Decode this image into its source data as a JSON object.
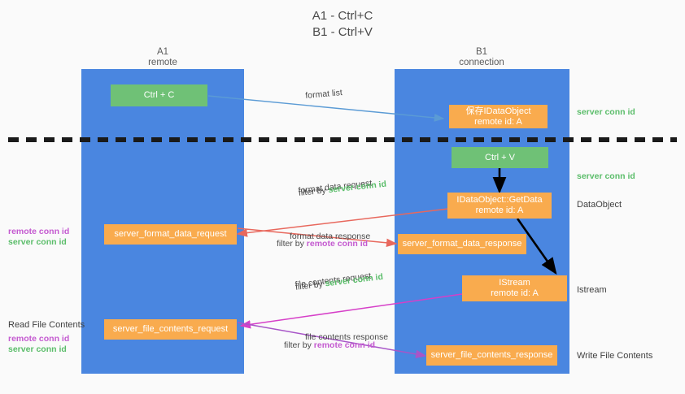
{
  "title": {
    "line1": "A1 - Ctrl+C",
    "line2": "B1 - Ctrl+V"
  },
  "lanes": [
    {
      "id": "A1",
      "name": "A1",
      "sublabel": "remote",
      "color": "#4a86e0"
    },
    {
      "id": "B1",
      "name": "B1",
      "sublabel": "connection",
      "color": "#4a86e0"
    }
  ],
  "colors": {
    "lane": "#4a86e0",
    "orange": "#f9ab4e",
    "green": "#6fc176",
    "green_text": "#5bbd6a",
    "purple_text": "#c45ad0",
    "arrow_blue": "#5b9bd5",
    "arrow_red": "#e8685d",
    "arrow_magenta": "#d63fc8",
    "arrow_purple": "#a855c8",
    "arrow_black": "#000000",
    "divider": "#1a1a1a"
  },
  "nodes": {
    "ctrl_c": {
      "label": "Ctrl + C"
    },
    "ctrl_v": {
      "label": "Ctrl + V"
    },
    "save_dataobject": {
      "line1": "保存IDataObject",
      "line2": "remote id: A"
    },
    "getdata": {
      "line1": "IDataObject::GetData",
      "line2": "remote id: A"
    },
    "istream": {
      "line1": "IStream",
      "line2": "remote id: A"
    },
    "server_format_data_request": {
      "label": "server_format_data_request"
    },
    "server_format_data_response": {
      "label": "server_format_data_response"
    },
    "server_file_contents_request": {
      "label": "server_file_contents_request"
    },
    "server_file_contents_response": {
      "label": "server_file_contents_response"
    }
  },
  "edge_labels": {
    "format_list": "format list",
    "format_data_request": "format data request",
    "format_data_request_filter_prefix": "filter by ",
    "format_data_request_filter_value": "server conn id",
    "format_data_response": "format data response",
    "format_data_response_filter_prefix": "filter by ",
    "format_data_response_filter_value": "remote conn id",
    "file_contents_request": "file contents request",
    "file_contents_request_filter_prefix": "filter by ",
    "file_contents_request_filter_value": "server conn id",
    "file_contents_response": "file contents response",
    "file_contents_response_filter_prefix": "filter by ",
    "file_contents_response_filter_value": "remote conn id"
  },
  "right_labels": {
    "server_conn_id_top": "server conn id",
    "server_conn_id_second": "server conn id",
    "dataobject": "DataObject",
    "istream": "Istream",
    "write_file_contents": "Write File Contents"
  },
  "left_labels": {
    "remote_conn_id_1": "remote conn id",
    "server_conn_id_1": "server conn id",
    "read_file_contents": "Read File Contents",
    "remote_conn_id_2": "remote conn id",
    "server_conn_id_2": "server conn id"
  }
}
